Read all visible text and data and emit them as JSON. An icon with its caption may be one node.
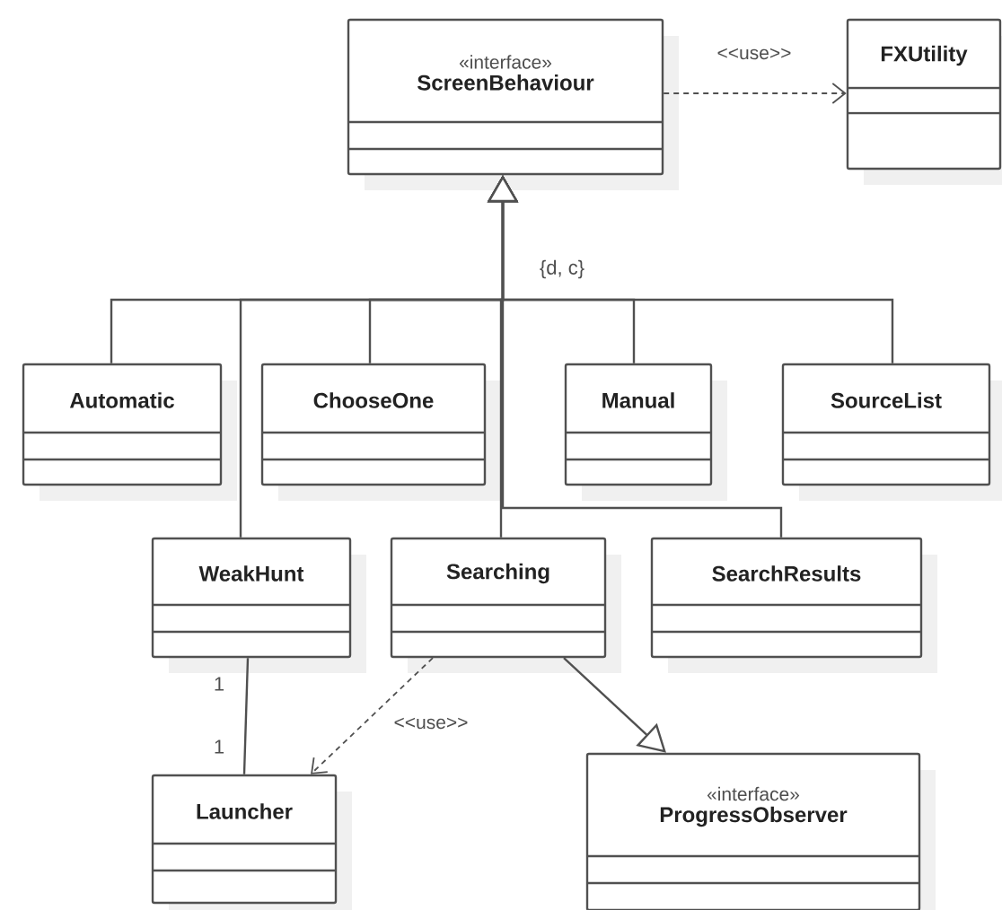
{
  "diagram": {
    "nodes": [
      {
        "text": [
          "«interface»",
          "ScreenBehaviour"
        ]
      },
      {
        "text": [
          "FXUtility"
        ]
      },
      {
        "text": [
          "Automatic"
        ]
      },
      {
        "text": [
          "ChooseOne"
        ]
      },
      {
        "text": [
          "Manual"
        ]
      },
      {
        "text": [
          "SourceList"
        ]
      },
      {
        "text": [
          "WeakHunt"
        ]
      },
      {
        "text": [
          "Searching"
        ]
      },
      {
        "text": [
          "SearchResults"
        ]
      },
      {
        "text": [
          "Launcher"
        ]
      },
      {
        "text": [
          "«interface»",
          "ProgressObserver"
        ]
      }
    ],
    "edges": [
      {
        "from": 0,
        "to": 1,
        "arrow": "to",
        "style": "dashed",
        "label": "<<use>>"
      },
      {
        "from": 2,
        "to": 0,
        "arrow": "to"
      },
      {
        "from": 6,
        "to": 0,
        "arrow": "to"
      },
      {
        "from": 3,
        "to": 0,
        "arrow": "to"
      },
      {
        "from": 7,
        "to": 0,
        "arrow": "to"
      },
      {
        "from": 8,
        "to": 0,
        "arrow": "to"
      },
      {
        "from": 4,
        "to": 0,
        "arrow": "to"
      },
      {
        "from": 5,
        "to": 0,
        "arrow": "to"
      },
      {
        "from": 6,
        "to": 9,
        "arrow": "none"
      },
      {
        "from": 7,
        "to": 9,
        "arrow": "to",
        "style": "dashed",
        "label": "<<use>>"
      },
      {
        "from": 7,
        "to": 10,
        "arrow": "to"
      }
    ],
    "labels": [
      "{d, c}",
      "1",
      "1"
    ]
  }
}
